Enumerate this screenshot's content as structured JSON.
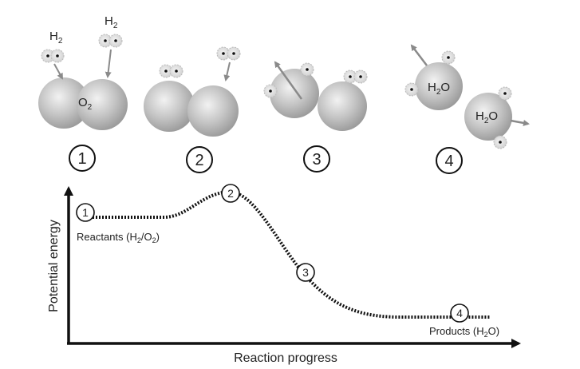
{
  "molecule_labels": {
    "h2_a": "H",
    "h2_b": "H",
    "sub2": "2",
    "o2": "O",
    "h2o_a": "H",
    "h2o_b": "H",
    "o": "O"
  },
  "stages": [
    "1",
    "2",
    "3",
    "4"
  ],
  "graph": {
    "ylabel": "Potential energy",
    "xlabel": "Reaction progress",
    "reactants_text": "Reactants (H",
    "reactants_mid": "/O",
    "reactants_end": ")",
    "products_text": "Products (H",
    "products_end": "O)",
    "sub2": "2"
  },
  "colors": {
    "sphere_light": "#ededed",
    "sphere_dark": "#9a9a9a",
    "arrow": "#8a8a8a",
    "ink": "#222222"
  }
}
